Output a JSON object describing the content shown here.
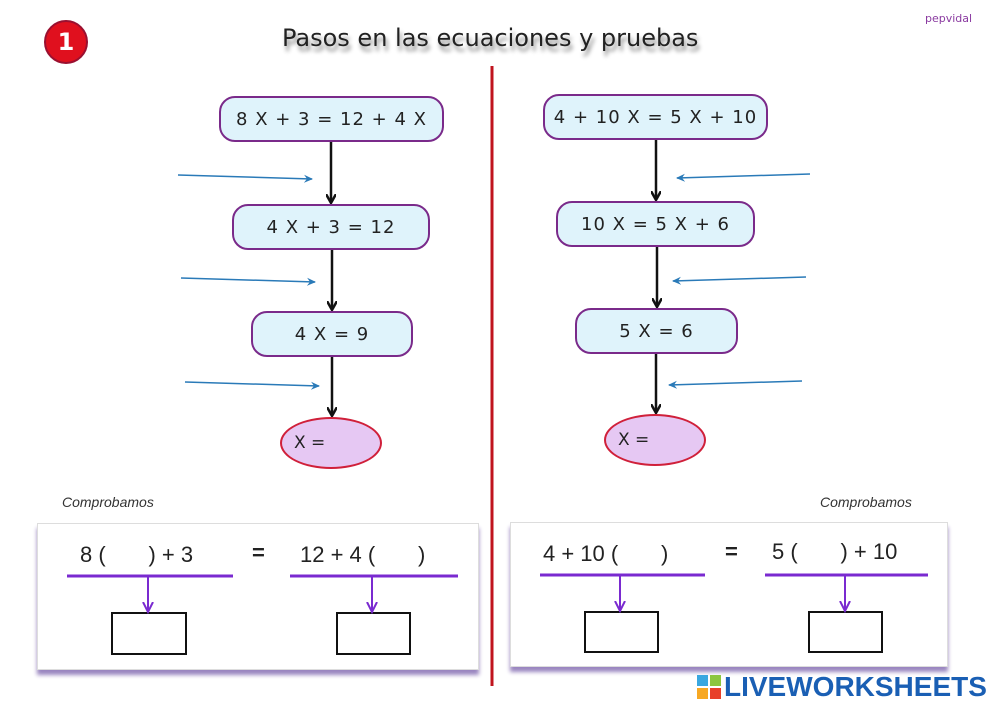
{
  "header": {
    "number_badge": "1",
    "title": "Pasos en las ecuaciones y pruebas",
    "author": "pepvidal"
  },
  "left": {
    "steps": [
      "8 X + 3  =  12 + 4 X",
      "4 X + 3  =  12",
      "4 X  =  9"
    ],
    "result_label": "X =",
    "check_label": "Comprobamos",
    "check_left": "8 (       ) + 3",
    "check_equals": "=",
    "check_right": "12 + 4 (       )"
  },
  "right": {
    "steps": [
      "4 + 10 X  =  5 X + 10",
      "10 X  =  5 X + 6",
      "5 X  =  6"
    ],
    "result_label": "X =",
    "check_label": "Comprobamos",
    "check_left": "4 + 10 (       )",
    "check_equals": "=",
    "check_right": "5 (       ) + 10"
  },
  "footer": {
    "brand": "LIVEWORKSHEETS"
  },
  "colors": {
    "badge": "#e0101e",
    "box_fill": "#dff3fb",
    "box_border": "#7a2a8a",
    "ellipse_fill": "#e6c8f3",
    "ellipse_border": "#d0203a",
    "divider": "#c0141e",
    "hint_arrow": "#2a7ab8",
    "check_line": "#7a2ad0",
    "brand": "#1a5fb4"
  }
}
